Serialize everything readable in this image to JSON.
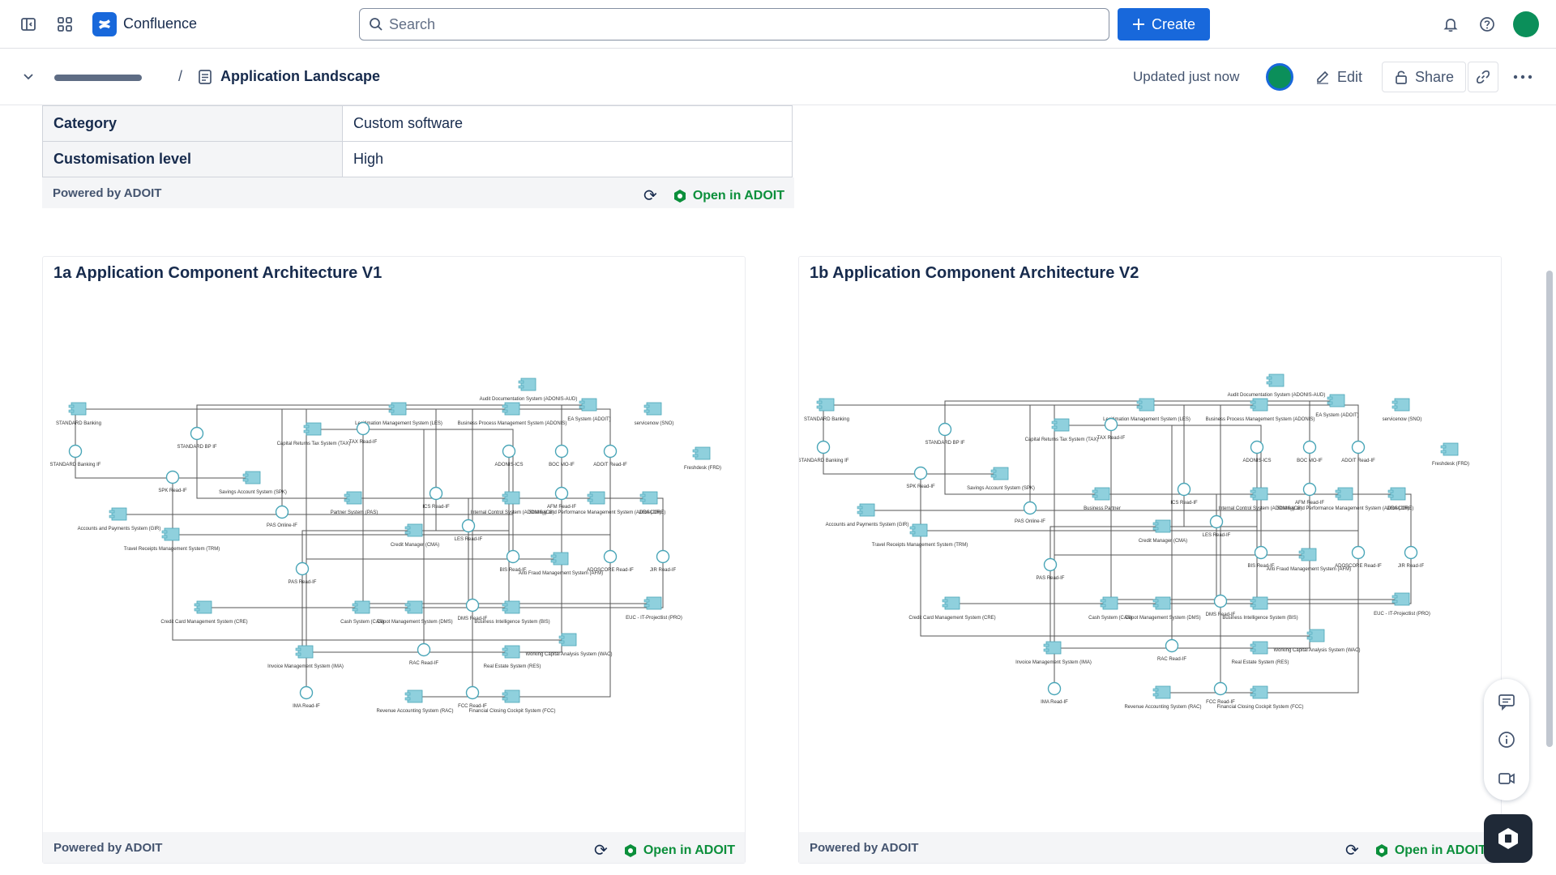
{
  "topnav": {
    "app_name": "Confluence",
    "search_placeholder": "Search",
    "create_label": "Create"
  },
  "page": {
    "separator": "/",
    "title": "Application Landscape",
    "updated": "Updated just now",
    "edit_label": "Edit",
    "share_label": "Share"
  },
  "properties": {
    "rows": [
      {
        "key": "Category",
        "value": "Custom software"
      },
      {
        "key": "Customisation level",
        "value": "High"
      }
    ],
    "powered_by": "Powered by ADOIT",
    "open_label": "Open in ADOIT"
  },
  "diagrams": [
    {
      "title": "1a Application Component Architecture V1",
      "powered_by": "Powered by ADOIT",
      "open_label": "Open in ADOIT"
    },
    {
      "title": "1b Application Component Architecture V2",
      "powered_by": "Powered by ADOIT",
      "open_label": "Open in ADOIT"
    }
  ],
  "diagram_labels": {
    "v1": {
      "components": [
        "STANDARD Banking",
        "Legitimation Management System (LES)",
        "Audit Documentation System (ADONIS-AUD)",
        "EA System (ADOIT)",
        "servicenow (SNO)",
        "Business Process Management System (ADONIS)",
        "Capital Returns Tax System (TAX)",
        "Savings Account System (SPK)",
        "Accounts and Payments System (GIR)",
        "Travel Receipts Management System (TRM)",
        "Partner System (PAS)",
        "Internal Control System (ADONIS-ICS)",
        "Strategy and Performance Management System (ADOSCORE)",
        "JIRA (JIR)",
        "Freshdesk (FRD)",
        "Credit Manager (CMA)",
        "Anti Fraud Management System (AFM)",
        "EUC - IT-Projectlist (PRO)",
        "Credit Card Management System (CRE)",
        "Cash System (CAS)",
        "Depot Management System (DMS)",
        "Business Intelligence System (BIS)",
        "Working Capital Analysis System (WAC)",
        "Real Estate System (RES)",
        "Invoice Management System (IMA)",
        "Revenue Accounting System (RAC)",
        "Financial Closing Cockpit System (FCC)"
      ],
      "interfaces": [
        "STANDARD Banking IF",
        "STANDARD BP IF",
        "TAX Read-IF",
        "SPK Read-IF",
        "PAS Online-IF",
        "ICS Read-IF",
        "LES Read-IF",
        "ADONIS-ICS",
        "BOC MO-IF",
        "ADOIT Read-IF",
        "AFM Read-IF",
        "BIS Read-IF",
        "ADOSCORE Read-IF",
        "JIR Read-IF",
        "PAS Read-IF",
        "DMS Read-IF",
        "RAC Read-IF",
        "FCC Read-IF",
        "IMA Read-IF"
      ]
    },
    "v2": {
      "components": [
        "STANDARD Banking",
        "Legitimation Management System (LES)",
        "Audit Documentation System (ADONIS-AUD)",
        "EA System (ADOIT)",
        "servicenow (SNO)",
        "Business Process Management System (ADONIS)",
        "Capital Returns Tax System (TAX)",
        "Savings Account System (SPK)",
        "Accounts and Payments System (GIR)",
        "Travel Receipts Management System (TRM)",
        "Business Partner",
        "Internal Control System (ADONIS-ICS)",
        "Strategy and Performance Management System (ADOSCORE)",
        "JIRA (JIR)",
        "Freshdesk (FRD)",
        "Credit Manager (CMA)",
        "Anti Fraud Management System (AFM)",
        "EUC - IT-Projectlist (PRO)",
        "Credit Card Management System (CRE)",
        "Cash System (CAS)",
        "Depot Management System (DMS)",
        "Business Intelligence System (BIS)",
        "Working Capital Analysis System (WAC)",
        "Real Estate System (RES)",
        "Invoice Management System (IMA)",
        "Revenue Accounting System (RAC)",
        "Financial Closing Cockpit System (FCC)"
      ],
      "interfaces": [
        "STANDARD Banking IF",
        "STANDARD BP IF",
        "TAX Read-IF",
        "SPK Read-IF",
        "PAS Online-IF",
        "ICS Read-IF",
        "LES Read-IF",
        "ADONIS-ICS",
        "BOC MO-IF",
        "ADOIT Read-IF",
        "AFM Read-IF",
        "BIS Read-IF",
        "ADOSCORE Read-IF",
        "JIR Read-IF",
        "PAS Read-IF",
        "DMS Read-IF",
        "RAC Read-IF",
        "FCC Read-IF",
        "IMA Read-IF"
      ]
    }
  },
  "colors": {
    "brand": "#1868db",
    "adoit_green": "#0b8f3b",
    "component_fill": "#8fd0dd",
    "avatar": "#0b8f5a"
  },
  "icons": {
    "sidebar_toggle": "sidebar-icon",
    "app_switcher": "grid-icon",
    "notifications": "bell-icon",
    "help": "help-icon",
    "comments": "comment-icon",
    "info": "info-icon",
    "video": "video-icon"
  }
}
